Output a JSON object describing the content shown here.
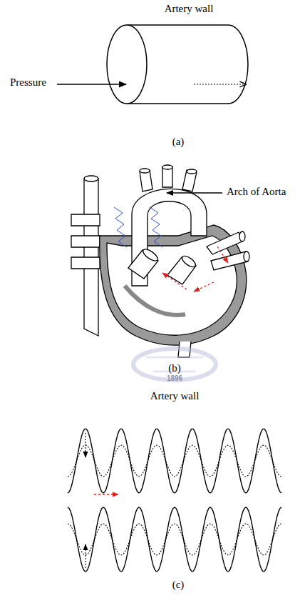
{
  "diagram": {
    "labels": [
      "Artery wall",
      "Pressure",
      "(a)",
      "Arch of Aorta",
      "(b)",
      "1896",
      "Artery wall",
      "(c)"
    ]
  }
}
